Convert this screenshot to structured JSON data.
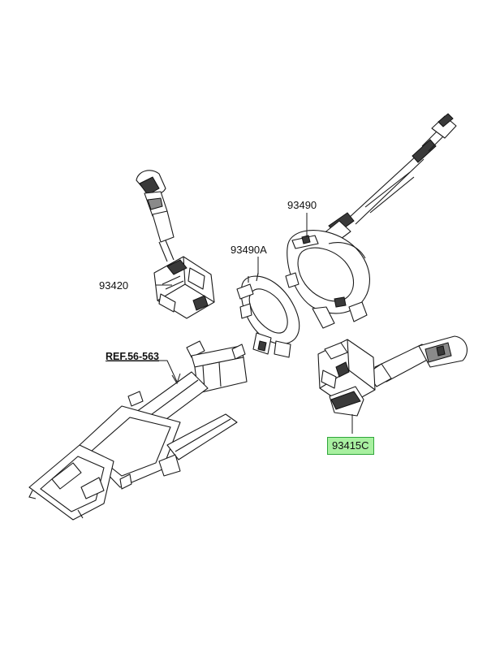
{
  "labels": {
    "p93490": "93490",
    "p93490a": "93490A",
    "p93420": "93420",
    "ref": "REF.56-563",
    "p93415c": "93415C"
  },
  "colors": {
    "highlight_fill": "#a8f0a0",
    "highlight_border": "#2fa63a"
  }
}
